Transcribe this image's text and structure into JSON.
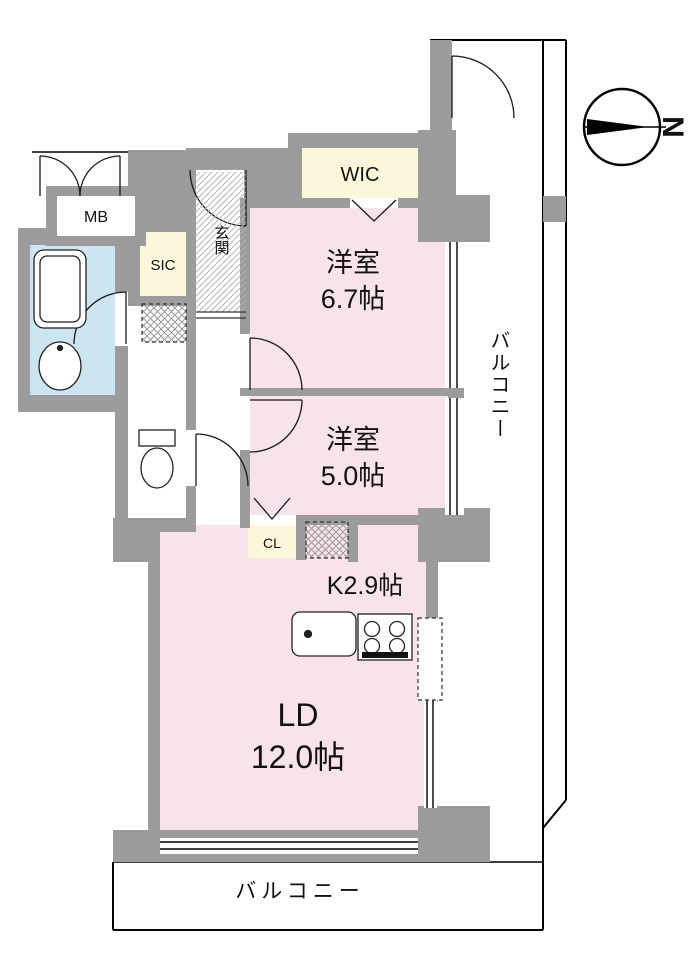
{
  "colors": {
    "wall": "#9c9c9c",
    "room_pink": "#f8e3ea",
    "closet_cream": "#fbf7da",
    "bath_blue": "#cde4f1",
    "outline": "#000000"
  },
  "compass": {
    "north_label": "N"
  },
  "rooms": {
    "wic": {
      "label": "WIC"
    },
    "mb": {
      "label": "MB"
    },
    "sic": {
      "label": "SIC"
    },
    "genkan": {
      "label": "玄関"
    },
    "bedroom1": {
      "label": "洋室",
      "size": "6.7帖"
    },
    "bedroom2": {
      "label": "洋室",
      "size": "5.0帖"
    },
    "closet": {
      "label": "CL"
    },
    "kitchen": {
      "label": "K2.9帖"
    },
    "living_dining": {
      "label": "LD",
      "size": "12.0帖"
    },
    "balcony_right": {
      "label": "バルコニー"
    },
    "balcony_bottom": {
      "label": "バルコニー"
    }
  },
  "icons": {
    "compass": "circle-with-north-arrow",
    "bathtub": "rounded-rect-tub",
    "washbasin": "ellipse-basin",
    "toilet": "bowl-with-tank",
    "kitchen_sink": "counter-with-drain-dot",
    "stove": "four-burner-grid",
    "equipment_space": "crosshatched-dashed-square",
    "door": "quarter-circle-swing",
    "folding_door": "chevron"
  }
}
